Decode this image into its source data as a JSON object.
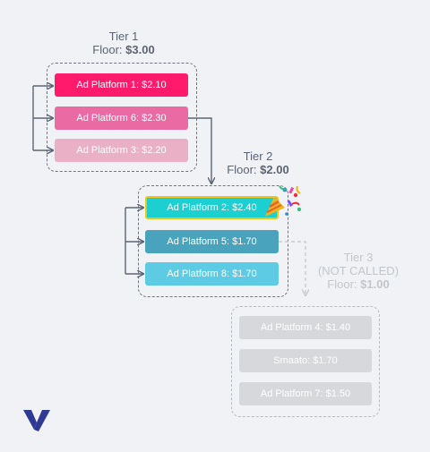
{
  "tiers": [
    {
      "name": "Tier 1",
      "floor_label": "Floor: ",
      "floor_value": "$3.00",
      "platforms": [
        {
          "label": "Ad Platform 1: $2.10",
          "color": "#ff1a6c"
        },
        {
          "label": "Ad Platform 6: $2.30",
          "color": "#ea6aa4"
        },
        {
          "label": "Ad Platform 3: $2.20",
          "color": "#eab0c6"
        }
      ]
    },
    {
      "name": "Tier 2",
      "floor_label": "Floor: ",
      "floor_value": "$2.00",
      "platforms": [
        {
          "label": "Ad Platform 2: $2.40",
          "color": "#1ccfd1",
          "winner": true
        },
        {
          "label": "Ad Platform 5: $1.70",
          "color": "#4aa3bc"
        },
        {
          "label": "Ad Platform 8: $1.70",
          "color": "#5ccbe3"
        }
      ]
    },
    {
      "name": "Tier 3",
      "status": "(NOT CALLED)",
      "floor_label": "Floor: ",
      "floor_value": "$1.00",
      "platforms": [
        {
          "label": "Ad Platform 4: $1.40",
          "color": "#d6d8dc"
        },
        {
          "label": "Smaato: $1.70",
          "color": "#d6d8dc"
        },
        {
          "label": "Ad Platform 7: $1.50",
          "color": "#d6d8dc"
        }
      ]
    }
  ],
  "colors": {
    "connector": "#5b6474",
    "connector_dim": "#c8cbd0",
    "winner_outline": "#f0c419",
    "background": "#f1f2f5",
    "logo": "#2f3a94"
  },
  "icons": {
    "celebration": "party-popper-icon",
    "brand": "brand-logo-icon"
  }
}
